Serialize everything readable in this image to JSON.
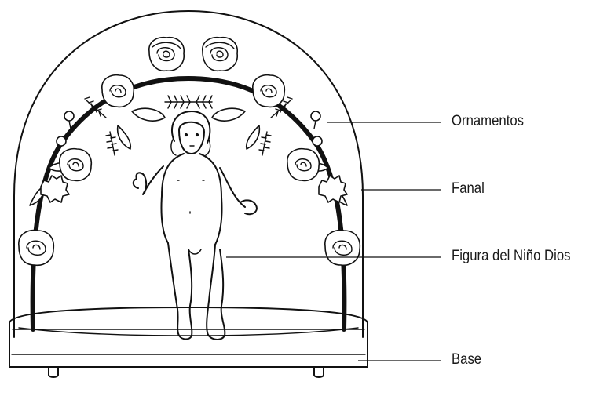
{
  "labels": {
    "ornamentos": "Ornamentos",
    "fanal": "Fanal",
    "figura": "Figura del Niño Dios",
    "base": "Base"
  },
  "colors": {
    "ink": "#111111",
    "background": "#ffffff",
    "text": "#1a1a1a"
  }
}
